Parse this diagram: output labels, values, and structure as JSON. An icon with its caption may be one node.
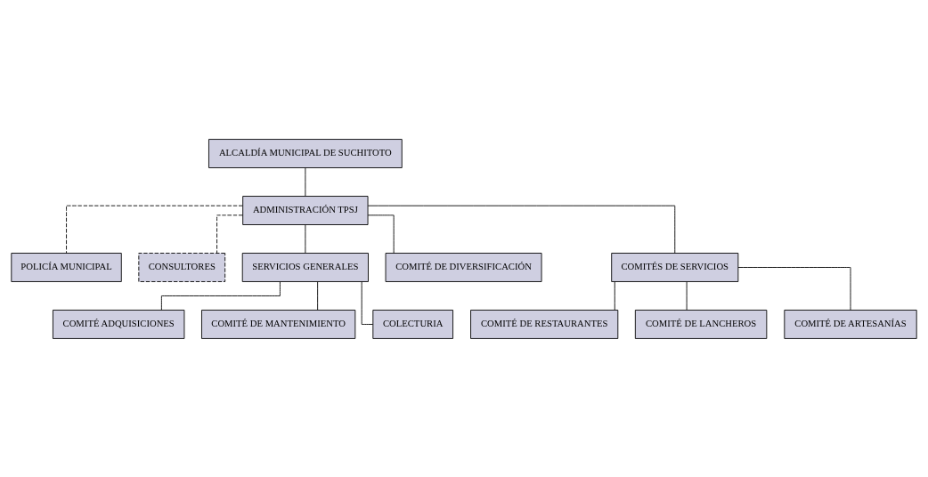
{
  "diagram": {
    "nodes": [
      {
        "text": [
          "ALCALDÍA MUNICIPAL DE SUCHITOTO"
        ]
      },
      {
        "text": [
          "ADMINISTRACIÓN TPSJ"
        ]
      },
      {
        "text": [
          "POLICÍA MUNICIPAL"
        ]
      },
      {
        "text": [
          "CONSULTORES"
        ]
      },
      {
        "text": [
          "SERVICIOS GENERALES"
        ]
      },
      {
        "text": [
          "COMITÉ DE DIVERSIFICACIÓN"
        ]
      },
      {
        "text": [
          "COMITÉS DE SERVICIOS"
        ]
      },
      {
        "text": [
          "COMITÉ ADQUISICIONES"
        ]
      },
      {
        "text": [
          "COMITÉ DE MANTENIMIENTO"
        ]
      },
      {
        "text": [
          "COLECTURIA"
        ]
      },
      {
        "text": [
          "COMITÉ DE RESTAURANTES"
        ]
      },
      {
        "text": [
          "COMITÉ DE LANCHEROS"
        ]
      },
      {
        "text": [
          "COMITÉ DE ARTESANÍAS"
        ]
      }
    ],
    "edges": [
      {
        "from": 0,
        "to": 1,
        "arrow": "none"
      },
      {
        "from": 1,
        "to": 2,
        "arrow": "none",
        "style": "dashed"
      },
      {
        "from": 1,
        "to": 3,
        "arrow": "none",
        "style": "dashed"
      },
      {
        "from": 1,
        "to": 4,
        "arrow": "none"
      },
      {
        "from": 1,
        "to": 5,
        "arrow": "none"
      },
      {
        "from": 1,
        "to": 6,
        "arrow": "none"
      },
      {
        "from": 4,
        "to": 7,
        "arrow": "none"
      },
      {
        "from": 4,
        "to": 8,
        "arrow": "none"
      },
      {
        "from": 4,
        "to": 9,
        "arrow": "none"
      },
      {
        "from": 6,
        "to": 10,
        "arrow": "none"
      },
      {
        "from": 6,
        "to": 11,
        "arrow": "none"
      },
      {
        "from": 6,
        "to": 12,
        "arrow": "none"
      }
    ]
  }
}
